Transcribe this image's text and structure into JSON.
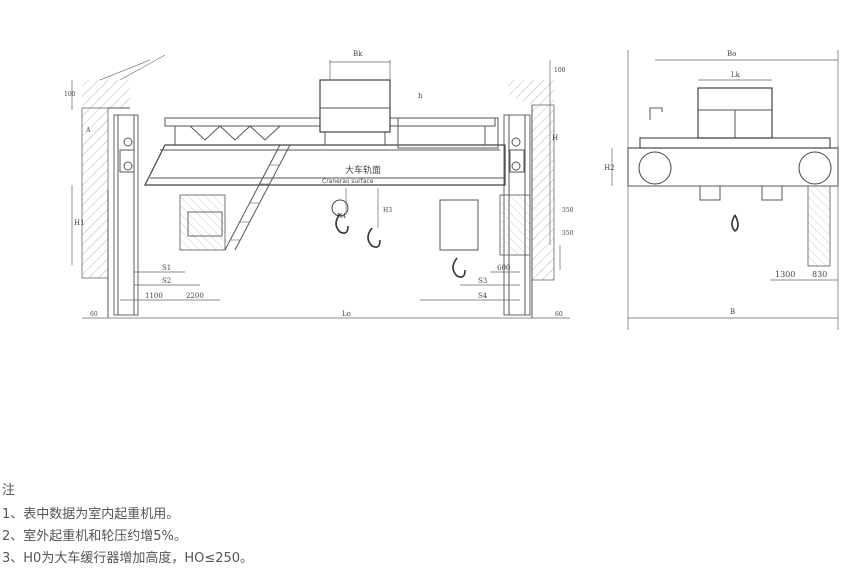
{
  "diagram": {
    "dims": {
      "bk": "Bk",
      "bo": "Bo",
      "lk": "Lk",
      "h": "H",
      "h_small": "h",
      "h1": "H1",
      "h2": "H2",
      "h3": "H3",
      "h4": "H4",
      "s1": "S1",
      "s2": "S2",
      "s3": "S3",
      "s4": "S4",
      "lo": "Lo",
      "b": "B",
      "v1100": "1100",
      "v2200": "2200",
      "v600": "600",
      "v1300": "1300",
      "v830": "830",
      "v100a": "100",
      "v100b": "100",
      "v350": "350",
      "v350b": "350",
      "v60a": "60",
      "v60b": "60",
      "a": "A"
    },
    "rail_label_cn": "大车轨面",
    "rail_label_en": "Craneraii surface"
  },
  "notes": {
    "heading": "注",
    "items": [
      "1、表中数据为室内起重机用。",
      "2、室外起重机和轮压约增5%。",
      "3、H0为大车缓行器增加高度，HO≤250。"
    ]
  }
}
